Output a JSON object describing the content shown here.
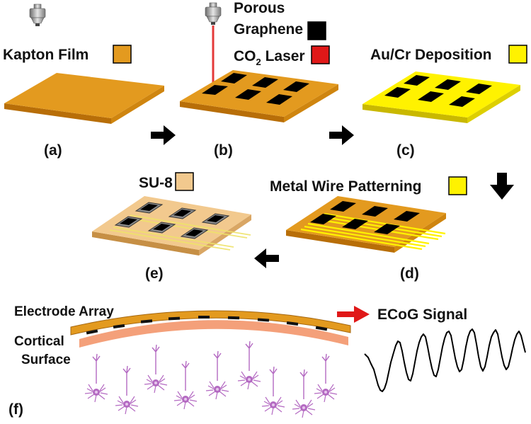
{
  "labels": {
    "kapton": "Kapton Film",
    "porous": "Porous",
    "graphene": "Graphene",
    "co2": "CO",
    "co2_sub": "2",
    "laser": " Laser",
    "aucr": "Au/Cr Deposition",
    "su8": "SU-8",
    "metal": "Metal Wire Patterning",
    "electrode": "Electrode Array",
    "cortical": "Cortical",
    "surface": "Surface",
    "ecog": "ECoG Signal"
  },
  "steps": [
    "(a)",
    "(b)",
    "(c)",
    "(d)",
    "(e)",
    "(f)"
  ],
  "colors": {
    "kapton": "#E39A1F",
    "kapton_side": "#B86E08",
    "graphene": "#000000",
    "laser": "#E01818",
    "gold": "#FFF200",
    "gold_side": "#C9B800",
    "su8": "#F2C98E",
    "su8_side": "#C68F45",
    "cortex": "#F4A07A",
    "neuron": "#B46AC2"
  },
  "icons": [
    "microscope-objective-icon",
    "laser-objective-icon",
    "arrow-right-icon",
    "arrow-down-icon",
    "arrow-left-icon",
    "neuron-icon"
  ]
}
